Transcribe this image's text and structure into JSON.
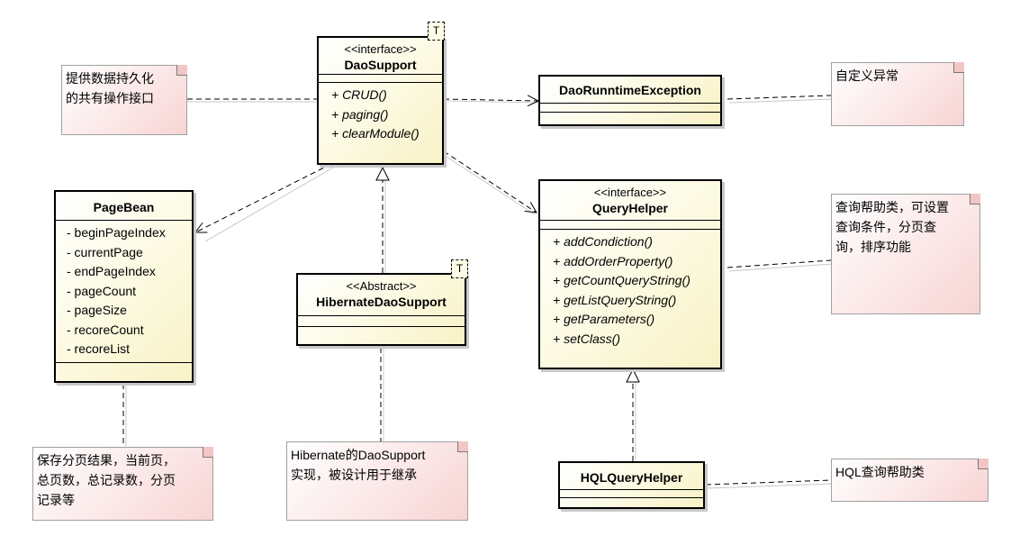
{
  "classes": {
    "dao_support": {
      "stereotype": "<<interface>>",
      "name": "DaoSupport",
      "template": "T",
      "methods": [
        "+ CRUD()",
        "+ paging()",
        "+ clearModule()"
      ]
    },
    "dao_exception": {
      "name": "DaoRunntimeException"
    },
    "page_bean": {
      "name": "PageBean",
      "attributes": [
        "- beginPageIndex",
        "- currentPage",
        "- endPageIndex",
        "- pageCount",
        "- pageSize",
        "- recoreCount",
        "- recoreList"
      ]
    },
    "hibernate_dao_support": {
      "stereotype": "<<Abstract>>",
      "name": "HibernateDaoSupport",
      "template": "T"
    },
    "query_helper": {
      "stereotype": "<<interface>>",
      "name": "QueryHelper",
      "methods": [
        "+ addCondiction()",
        "+ addOrderProperty()",
        "+ getCountQueryString()",
        "+ getListQueryString()",
        "+ getParameters()",
        "+ setClass()"
      ]
    },
    "hql_query_helper": {
      "name": "HQLQueryHelper"
    }
  },
  "notes": {
    "dao_support_note": "提供数据持久化\n的共有操作接口",
    "exception_note": "自定义异常",
    "page_bean_note": "保存分页结果，当前页，\n总页数，总记录数，分页\n记录等",
    "hibernate_note": "Hibernate的DaoSupport\n实现，被设计用于继承",
    "query_helper_note": "查询帮助类，可设置\n查询条件，分页查\n询，排序功能",
    "hql_note": "HQL查询帮助类"
  },
  "colors": {
    "class_fill": "#f8f2c6",
    "note_fill": "#f8d4d4",
    "line": "#000000",
    "shadow": "#c9c9c9"
  }
}
